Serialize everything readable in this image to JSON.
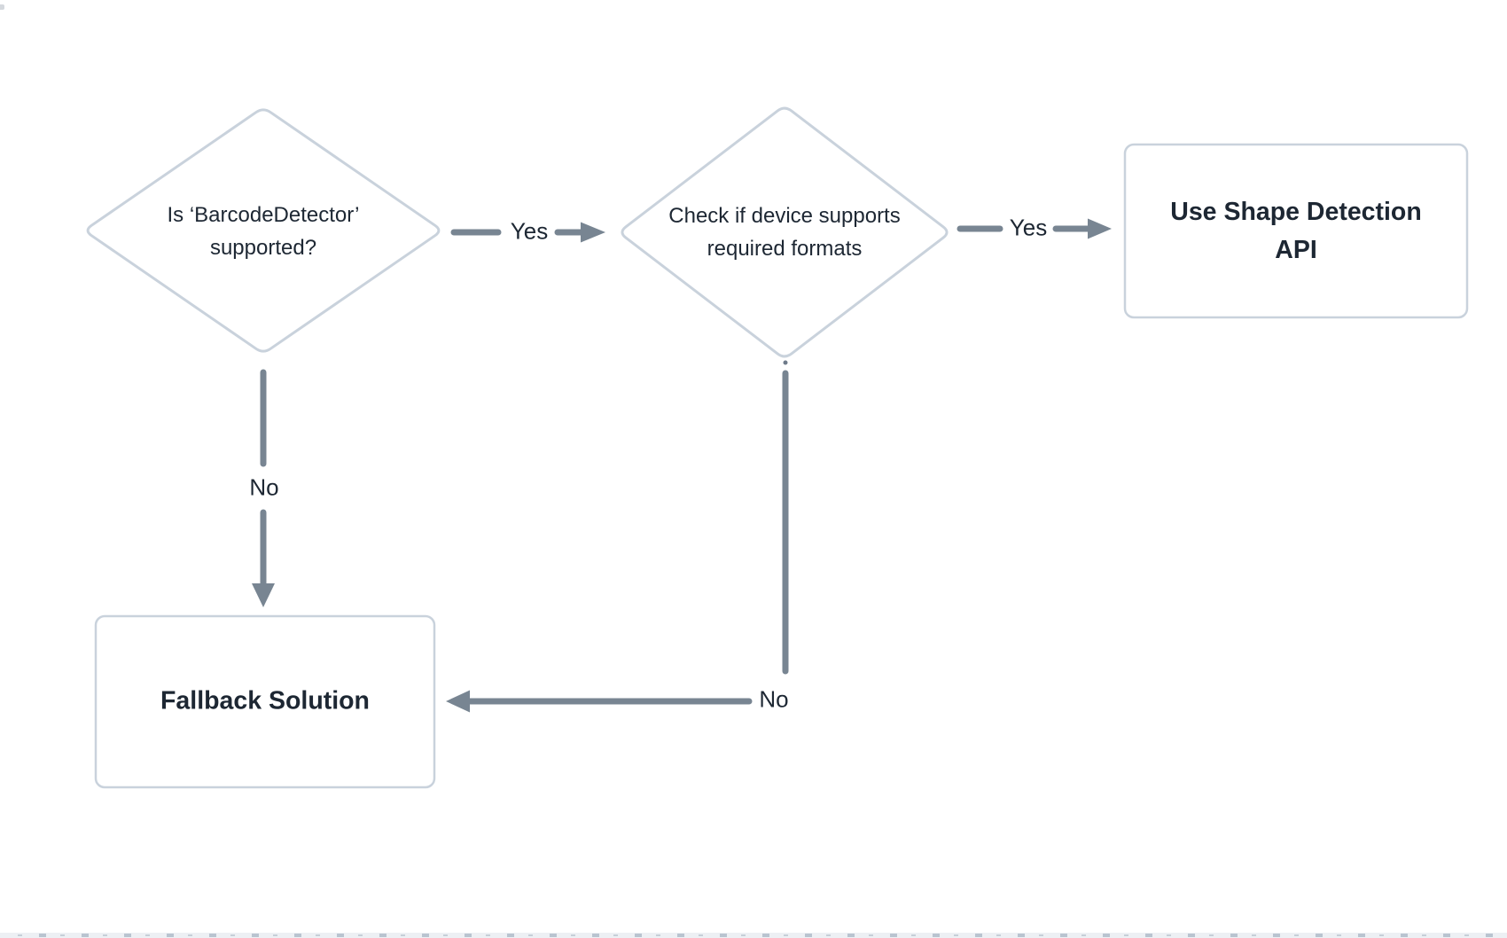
{
  "diagram": {
    "type": "flowchart",
    "nodes": [
      {
        "id": "decision-barcode-supported",
        "shape": "decision-diamond",
        "label": "Is ‘BarcodeDetector’\nsupported?"
      },
      {
        "id": "decision-required-formats",
        "shape": "decision-diamond",
        "label": "Check if device supports\nrequired formats"
      },
      {
        "id": "process-shape-detection-api",
        "shape": "process-rect",
        "label": "Use Shape Detection\nAPI"
      },
      {
        "id": "process-fallback-solution",
        "shape": "process-rect",
        "label": "Fallback Solution"
      }
    ],
    "edges": [
      {
        "from": "decision-barcode-supported",
        "to": "decision-required-formats",
        "label": "Yes"
      },
      {
        "from": "decision-required-formats",
        "to": "process-shape-detection-api",
        "label": "Yes"
      },
      {
        "from": "decision-barcode-supported",
        "to": "process-fallback-solution",
        "label": "No"
      },
      {
        "from": "decision-required-formats",
        "to": "process-fallback-solution",
        "label": "No"
      }
    ],
    "colors": {
      "background": "#ffffff",
      "node_border": "#c9d2dc",
      "edge_line": "#788592",
      "text": "#1d2733",
      "bottom_strip": "#edf0f4",
      "bottom_strip_marks": "#b9c4d0"
    }
  }
}
